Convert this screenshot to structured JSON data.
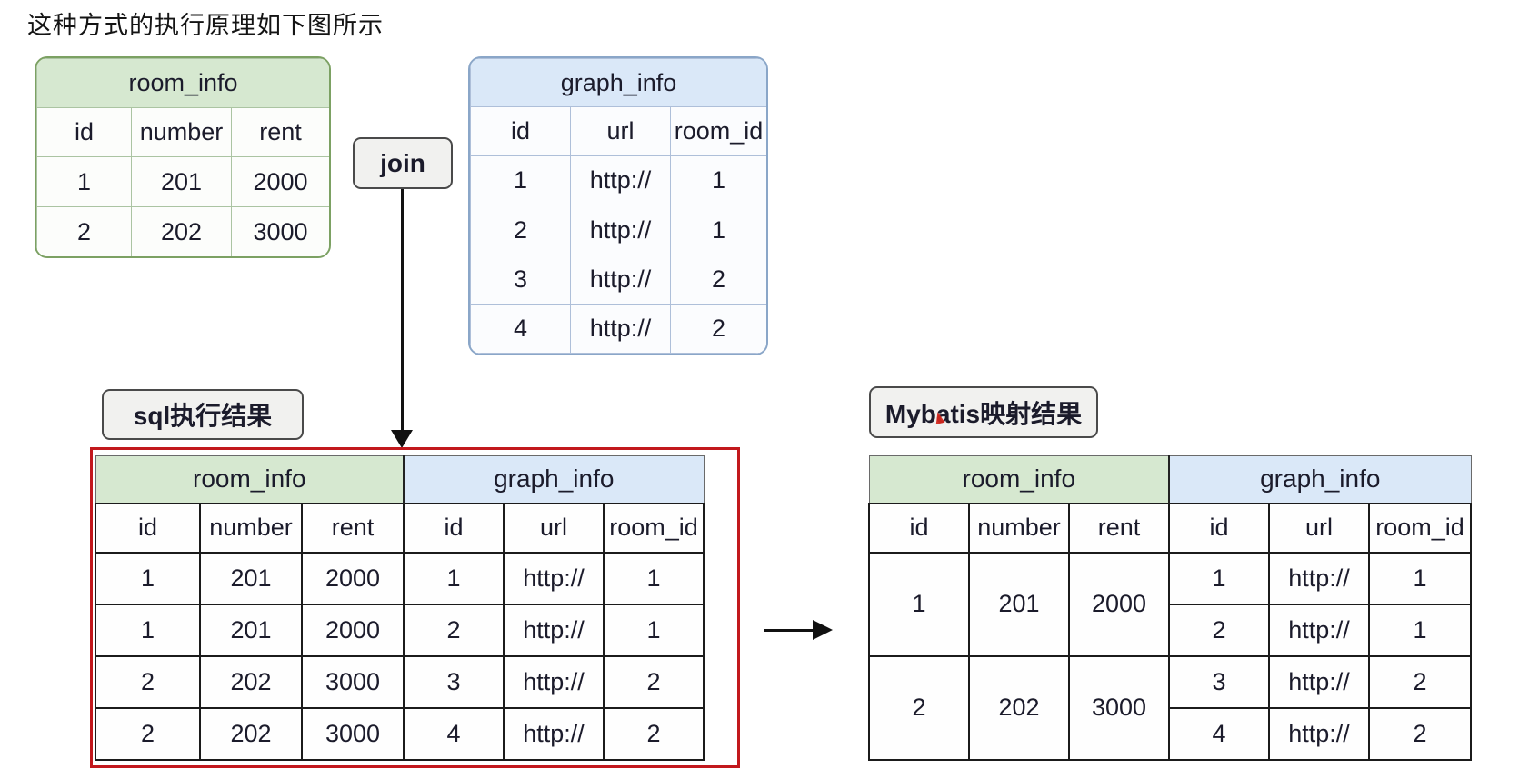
{
  "page": {
    "title": "这种方式的执行原理如下图所示"
  },
  "colors": {
    "green_header": "#d6e8d0",
    "green_border": "#7ca163",
    "blue_header": "#dae8f8",
    "blue_border": "#8aa6c8",
    "red_outline": "#c2181d",
    "grid_black": "#1b1b1b"
  },
  "join_label": "join",
  "labels": {
    "sql_result": "sql执行结果",
    "mybatis_result": "Mybatis映射结果"
  },
  "room_info": {
    "title": "room_info",
    "headers": [
      "id",
      "number",
      "rent"
    ],
    "rows": [
      [
        "1",
        "201",
        "2000"
      ],
      [
        "2",
        "202",
        "3000"
      ]
    ]
  },
  "graph_info": {
    "title": "graph_info",
    "headers": [
      "id",
      "url",
      "room_id"
    ],
    "rows": [
      [
        "1",
        "http://",
        "1"
      ],
      [
        "2",
        "http://",
        "1"
      ],
      [
        "3",
        "http://",
        "2"
      ],
      [
        "4",
        "http://",
        "2"
      ]
    ]
  },
  "sql_result_table": {
    "group_headers": [
      "room_info",
      "graph_info"
    ],
    "headers": [
      "id",
      "number",
      "rent",
      "id",
      "url",
      "room_id"
    ],
    "rows": [
      [
        "1",
        "201",
        "2000",
        "1",
        "http://",
        "1"
      ],
      [
        "1",
        "201",
        "2000",
        "2",
        "http://",
        "1"
      ],
      [
        "2",
        "202",
        "3000",
        "3",
        "http://",
        "2"
      ],
      [
        "2",
        "202",
        "3000",
        "4",
        "http://",
        "2"
      ]
    ]
  },
  "mybatis_table": {
    "group_headers": [
      "room_info",
      "graph_info"
    ],
    "headers": [
      "id",
      "number",
      "rent",
      "id",
      "url",
      "room_id"
    ],
    "groups": [
      {
        "room": [
          "1",
          "201",
          "2000"
        ],
        "graphs": [
          [
            "1",
            "http://",
            "1"
          ],
          [
            "2",
            "http://",
            "1"
          ]
        ]
      },
      {
        "room": [
          "2",
          "202",
          "3000"
        ],
        "graphs": [
          [
            "3",
            "http://",
            "2"
          ],
          [
            "4",
            "http://",
            "2"
          ]
        ]
      }
    ]
  }
}
